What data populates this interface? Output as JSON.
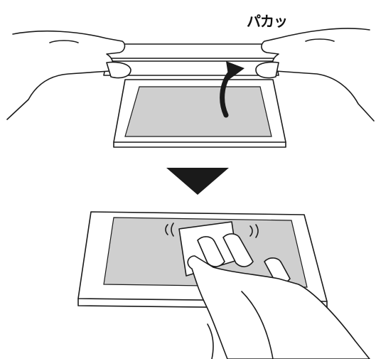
{
  "sound_effect": "パカッ",
  "colors": {
    "ink": "#1a1a1a",
    "screen_gray": "#cfcfcf",
    "paper": "#ffffff"
  },
  "steps": [
    {
      "scene": "peel-protective-film-from-device"
    },
    {
      "scene": "wipe-screen-with-cloth"
    }
  ]
}
